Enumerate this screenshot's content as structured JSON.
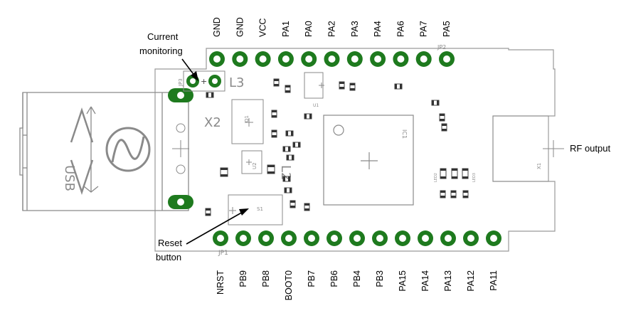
{
  "pins_top": [
    "GND",
    "GND",
    "VCC",
    "PA1",
    "PA0",
    "PA2",
    "PA3",
    "PA4",
    "PA6",
    "PA7",
    "PA5"
  ],
  "pins_bottom": [
    "NRST",
    "PB9",
    "PB8",
    "BOOT0",
    "PB7",
    "PB6",
    "PB4",
    "PB3",
    "PA15",
    "PA14",
    "PA13",
    "PA12",
    "PA11"
  ],
  "callouts": {
    "current_line1": "Current",
    "current_line2": "monitoring",
    "reset_line1": "Reset",
    "reset_line2": "button",
    "rf_output": "RF output"
  },
  "silkscreen": {
    "jp1": "JP1",
    "jp2": "JP2",
    "jp3": "JP3",
    "l3": "L3",
    "l2": "L2",
    "x2": "X2",
    "x1": "X1",
    "ic1": "IC1",
    "u1": "U1",
    "u2": "U2",
    "q1": "Q1",
    "s1": "S1",
    "usb": "USB",
    "led2": "LED2",
    "led3": "LED3"
  },
  "colors": {
    "pad_green": "#1e7a1e",
    "outline": "#9a9a9a",
    "silk": "#8a8a8a"
  }
}
